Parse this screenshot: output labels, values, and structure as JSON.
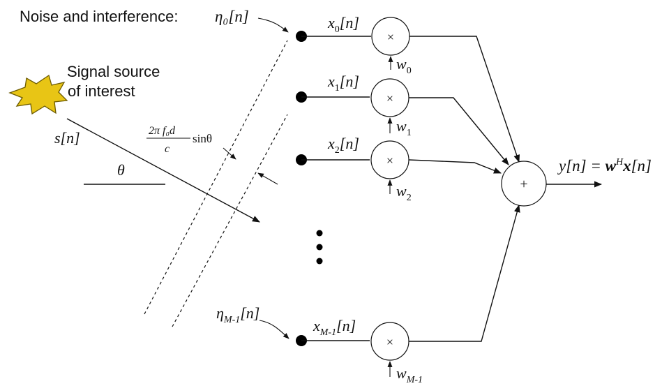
{
  "noise_label": "Noise and interference:",
  "source_label_line1": "Signal source",
  "source_label_line2": "of interest",
  "signal": "s[n]",
  "theta": "θ",
  "phase_num": "2π f₀d",
  "phase_den": "c",
  "phase_tail": "sinθ",
  "eta0": "η₀[n]",
  "etaM": "η",
  "etaM_sub": "M-1",
  "etaM_tail": "[n]",
  "mult_symbol": "×",
  "sum_symbol": "+",
  "inputs": [
    {
      "base": "x",
      "sub": "0",
      "tail": "[n]"
    },
    {
      "base": "x",
      "sub": "1",
      "tail": "[n]"
    },
    {
      "base": "x",
      "sub": "2",
      "tail": "[n]"
    },
    {
      "base": "x",
      "sub": "M-1",
      "tail": "[n]"
    }
  ],
  "weights": [
    {
      "base": "w",
      "sub": "0"
    },
    {
      "base": "w",
      "sub": "1"
    },
    {
      "base": "w",
      "sub": "2"
    },
    {
      "base": "w",
      "sub": "M-1"
    }
  ],
  "output": {
    "lhs": "y[n] = ",
    "w": "w",
    "sup": "H",
    "x": "x",
    "tail": "[n]"
  },
  "colors": {
    "star_fill": "#e8c515",
    "star_stroke": "#6b5a00"
  }
}
